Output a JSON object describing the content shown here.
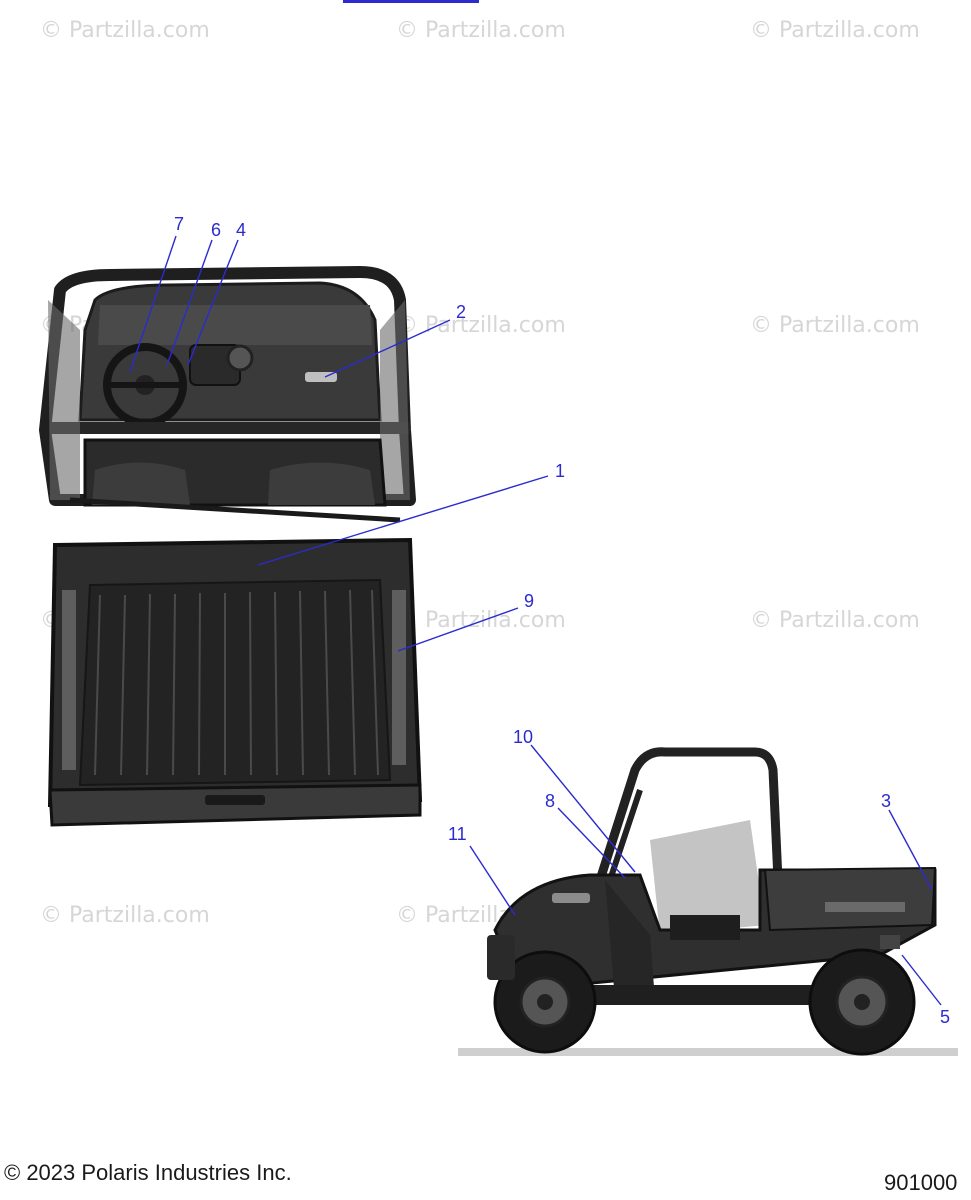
{
  "watermark": "© Partzilla.com",
  "footer": {
    "copyright": "© 2023 Polaris Industries Inc.",
    "diagram_code": "901000"
  },
  "callouts": {
    "c1": "1",
    "c2": "2",
    "c3": "3",
    "c4": "4",
    "c5": "5",
    "c6": "6",
    "c7": "7",
    "c8": "8",
    "c9": "9",
    "c10": "10",
    "c11": "11"
  },
  "colors": {
    "callout": "#2b2bd0",
    "watermark": "#d6d6d6"
  }
}
